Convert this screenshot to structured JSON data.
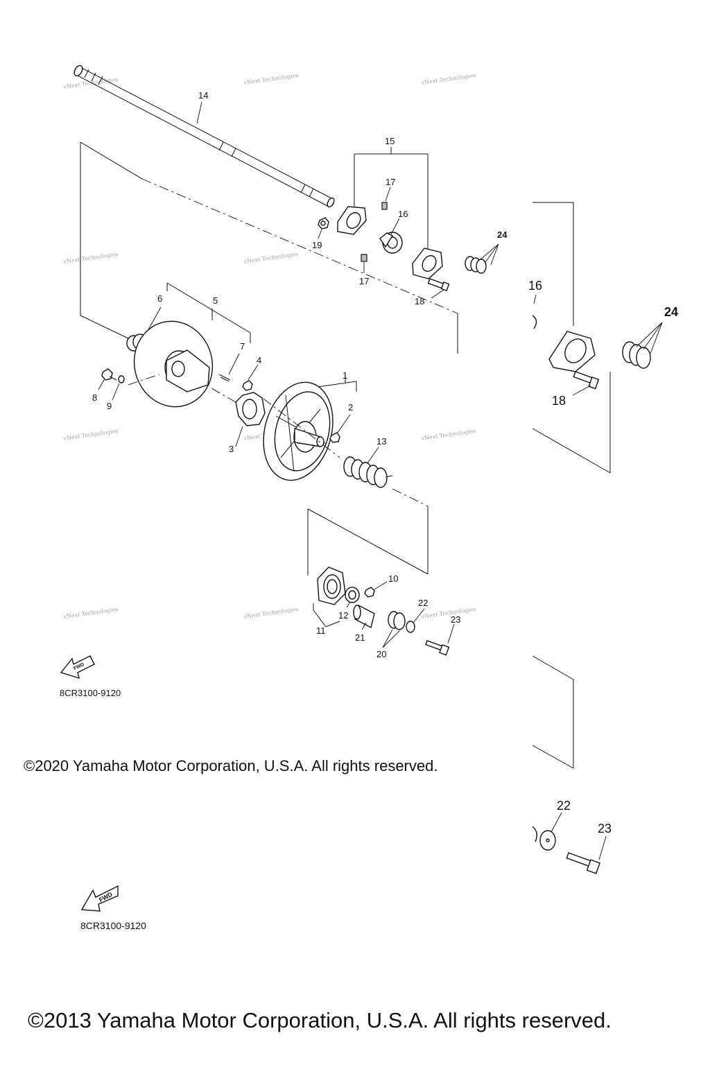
{
  "callouts": {
    "c1": "1",
    "c2": "2",
    "c3": "3",
    "c4": "4",
    "c5": "5",
    "c6": "6",
    "c7": "7",
    "c8": "8",
    "c9": "9",
    "c10": "10",
    "c11": "11",
    "c12": "12",
    "c13": "13",
    "c14": "14",
    "c15": "15",
    "c16": "16",
    "c17a": "17",
    "c17b": "17",
    "c18": "18",
    "c19": "19",
    "c20": "20",
    "c21": "21",
    "c22": "22",
    "c23": "23",
    "c24": "24"
  },
  "zoom_callouts": {
    "c16": "16",
    "c24": "24",
    "c18": "18",
    "c22": "22",
    "c23": "23"
  },
  "watermark_text": "vNext Technologies",
  "fwd_label": "FWD",
  "diagram_code": "8CR3100-9120",
  "diagram_code_zoom": "8CR3100-9120",
  "copyright_2020": "©2020 Yamaha Motor Corporation, U.S.A. All rights reserved.",
  "copyright_2013": "©2013 Yamaha Motor Corporation, U.S.A. All rights reserved."
}
